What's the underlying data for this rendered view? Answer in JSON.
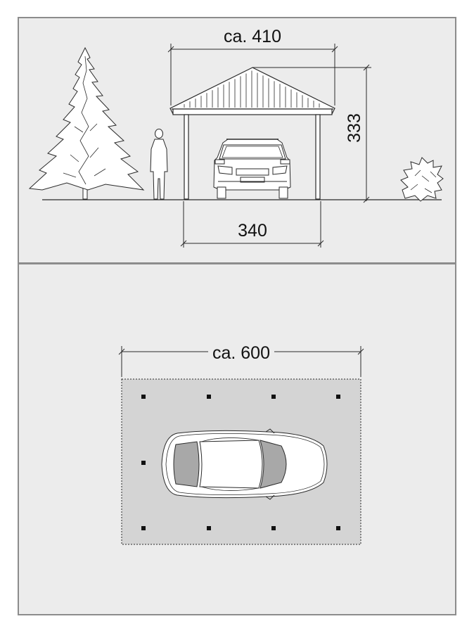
{
  "elevation": {
    "width_label": "ca. 410",
    "height_label": "333",
    "post_span_label": "340"
  },
  "plan": {
    "length_label": "ca. 600"
  },
  "colors": {
    "panel_bg": "#ececec",
    "plan_area": "#d4d4d4",
    "line": "#2a2a2a",
    "frame": "#8c8c8c",
    "glass": "#a8a8a8"
  }
}
